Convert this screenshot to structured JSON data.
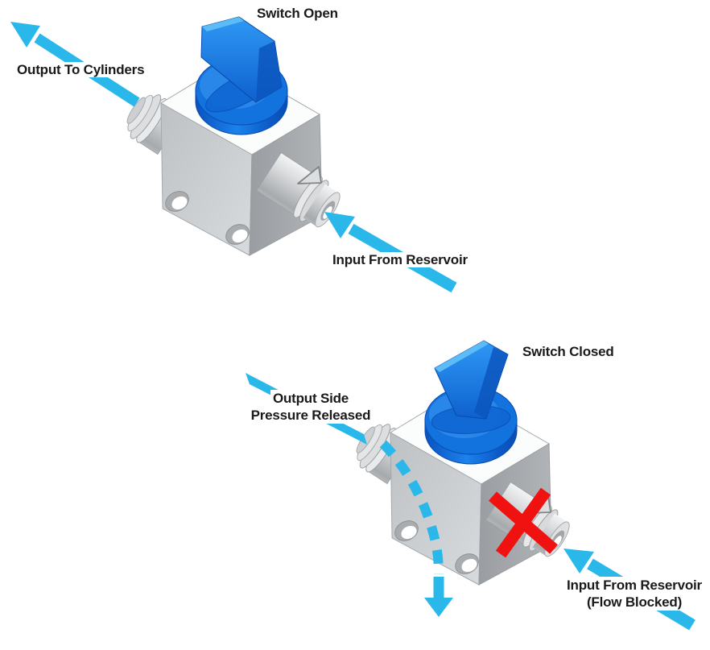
{
  "top_diagram": {
    "state_label": "Switch Open",
    "output_label": "Output To Cylinders",
    "input_label": "Input From Reservoir"
  },
  "bottom_diagram": {
    "state_label": "Switch Closed",
    "output_label_line1": "Output Side",
    "output_label_line2": "Pressure Released",
    "input_label_line1": "Input From Reservoir",
    "input_label_line2": "(Flow Blocked)"
  },
  "colors": {
    "flow_arrow_cyan": "#2AB7EA",
    "blocked_x_red": "#F01111",
    "knob_blue": "#1273DF",
    "valve_body_gray": "#C3C6C9",
    "label_text": "#1A1A1A"
  }
}
